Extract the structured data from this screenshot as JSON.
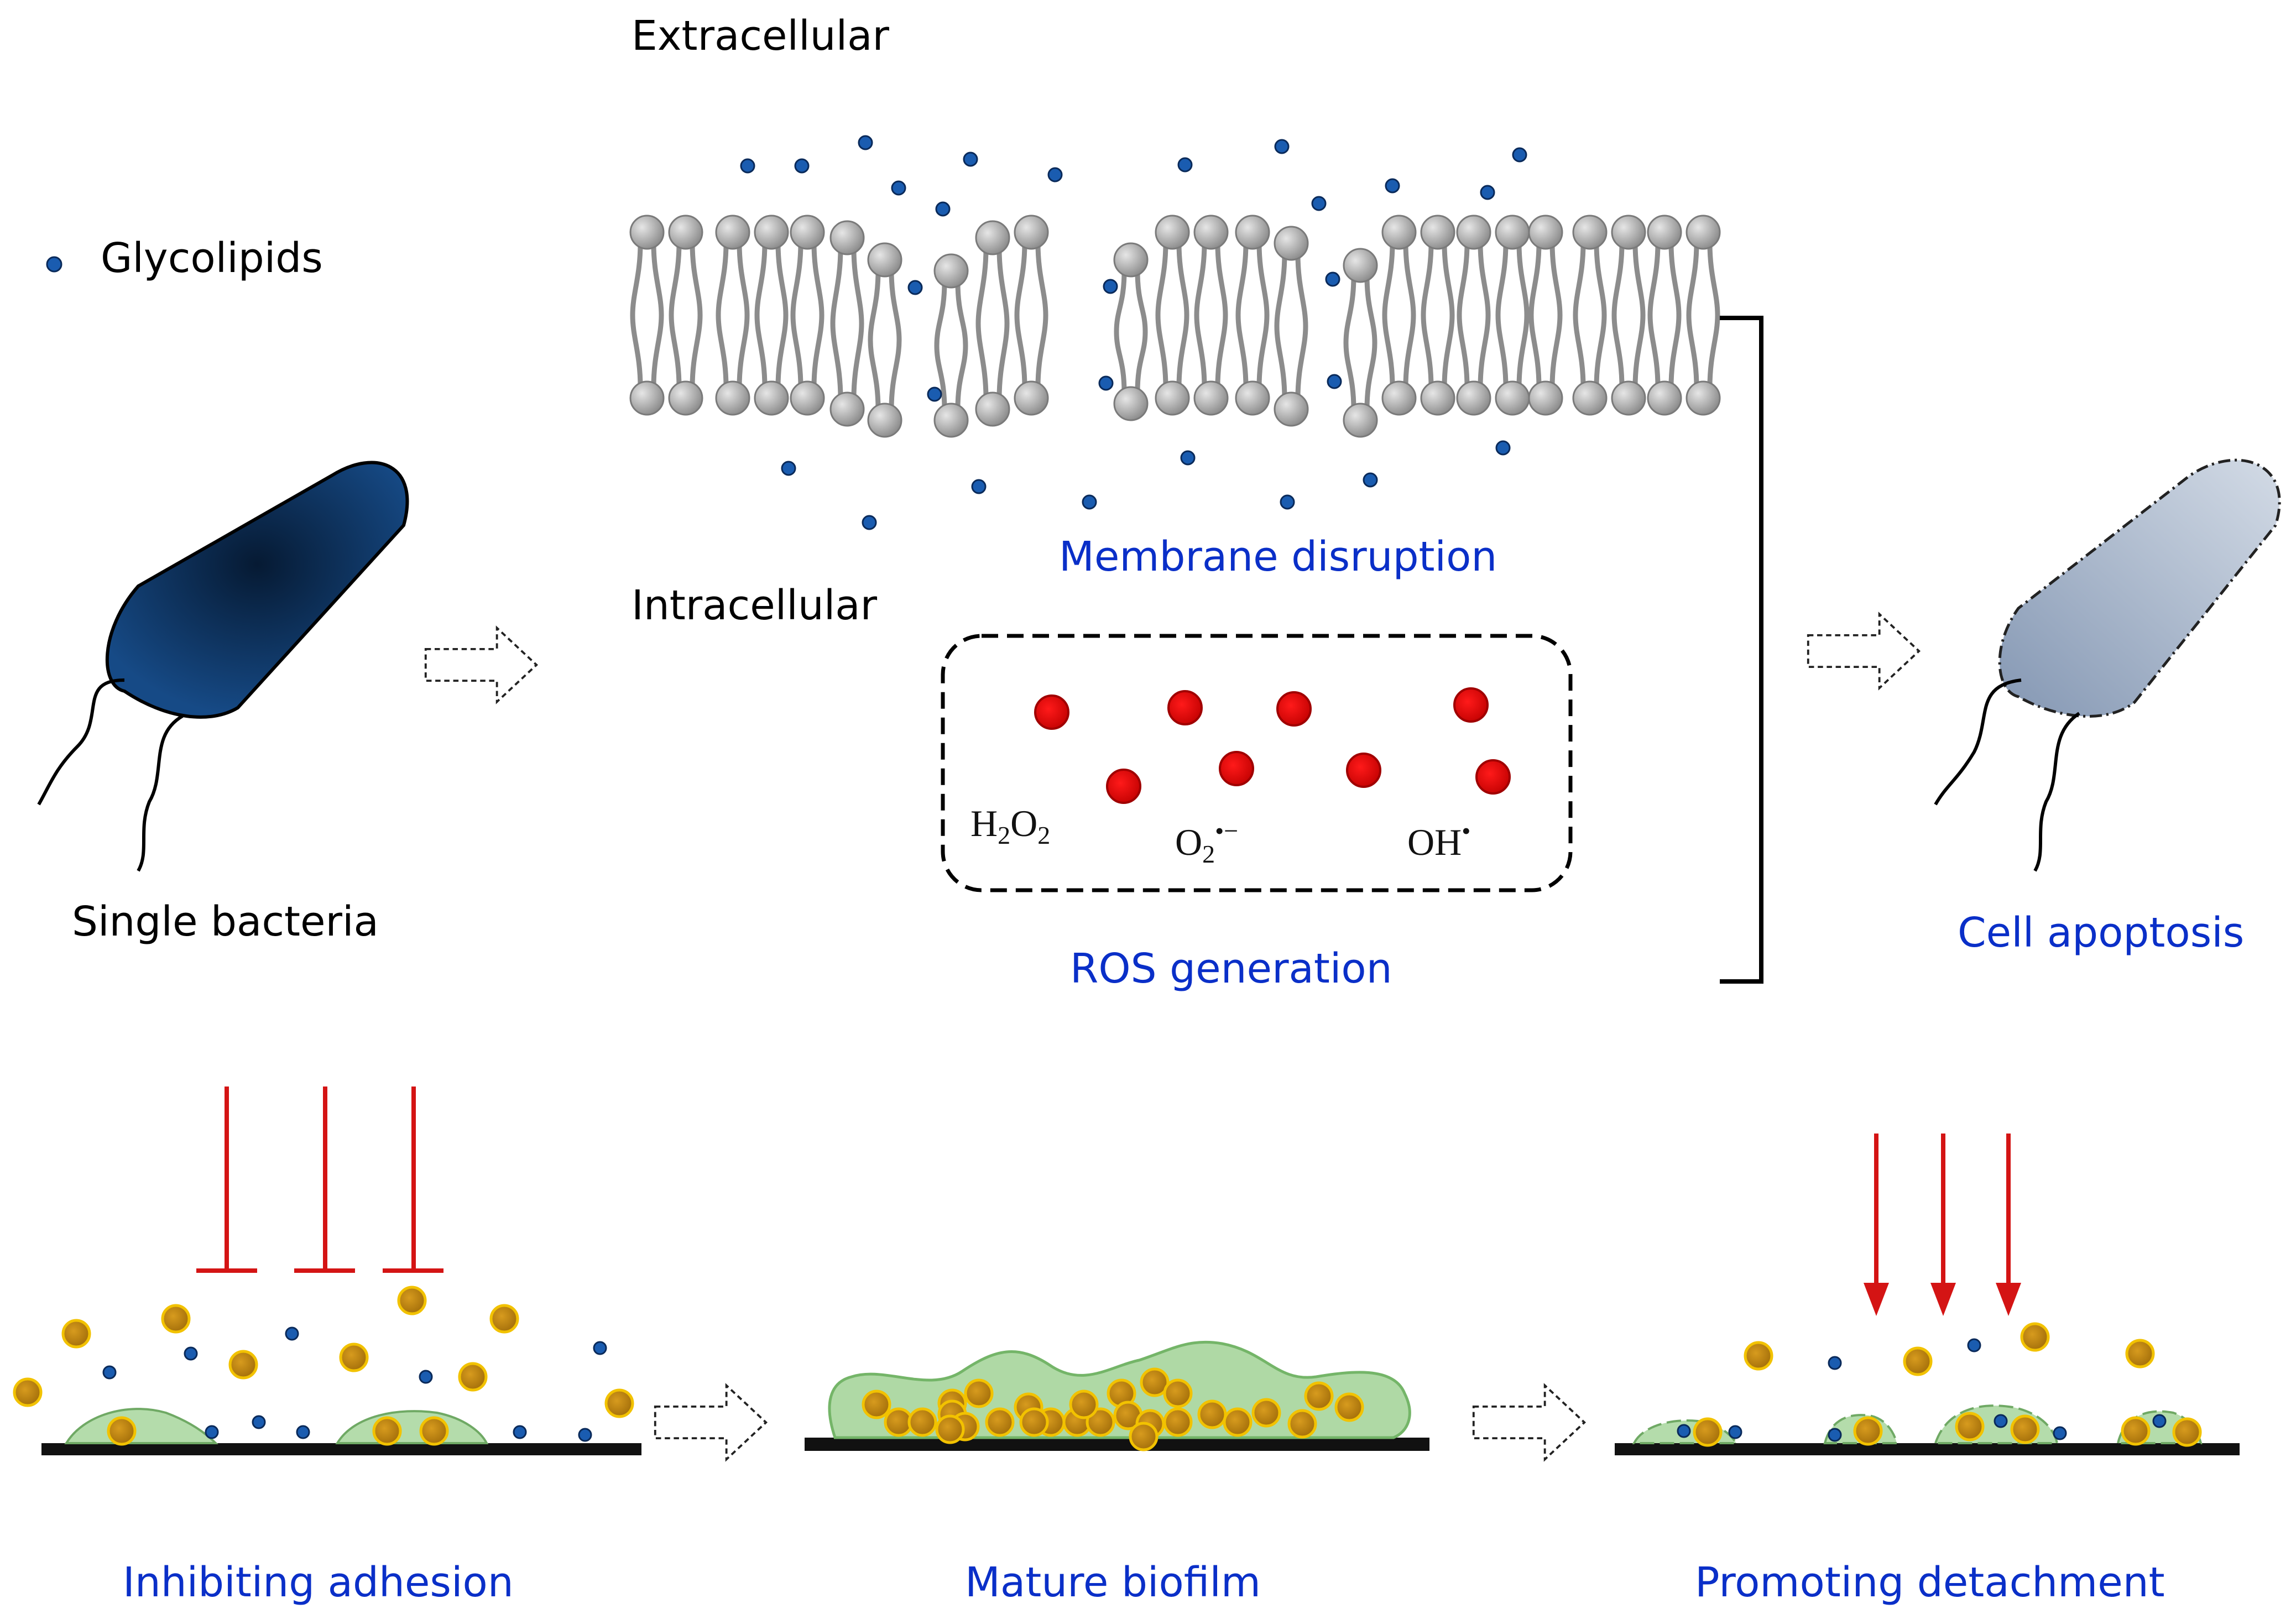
{
  "labels": {
    "extracellular": "Extracellular",
    "intracellular": "Intracellular",
    "glycolipids": "Glycolipids",
    "single_bacteria": "Single bacteria",
    "membrane_disruption": "Membrane disruption",
    "ros_generation": "ROS generation",
    "cell_apoptosis": "Cell apoptosis",
    "inhibiting_adhesion": "Inhibiting adhesion",
    "mature_biofilm": "Mature biofilm",
    "promoting_detachment": "Promoting detachment"
  },
  "ros": {
    "h2o2": {
      "h": "H",
      "s1": "2",
      "o": "O",
      "s2": "2"
    },
    "superoxide": {
      "o": "O",
      "sub": "2",
      "sup": "•−"
    },
    "hydroxyl": {
      "text": "OH",
      "sup": "•"
    }
  },
  "colors": {
    "label_blue": "#0a2fc8",
    "bacteria_dark": "#0d3466",
    "apoptotic_cell": "#9aacc4",
    "glycolipid_dot": "#1a5cb0",
    "ros_red": "#e5000b",
    "inhibit_red": "#d41414",
    "biofilm_green": "#9bd08f",
    "bacterium_gold": "#c98a14",
    "lipid_gray": "#8c8c8c"
  },
  "icons": {
    "glycolipid": "blue-dot-icon",
    "process_arrow": "hollow-dashed-arrow-icon",
    "inhibit": "t-bar-inhibition-icon",
    "promote": "red-down-arrow-icon"
  }
}
